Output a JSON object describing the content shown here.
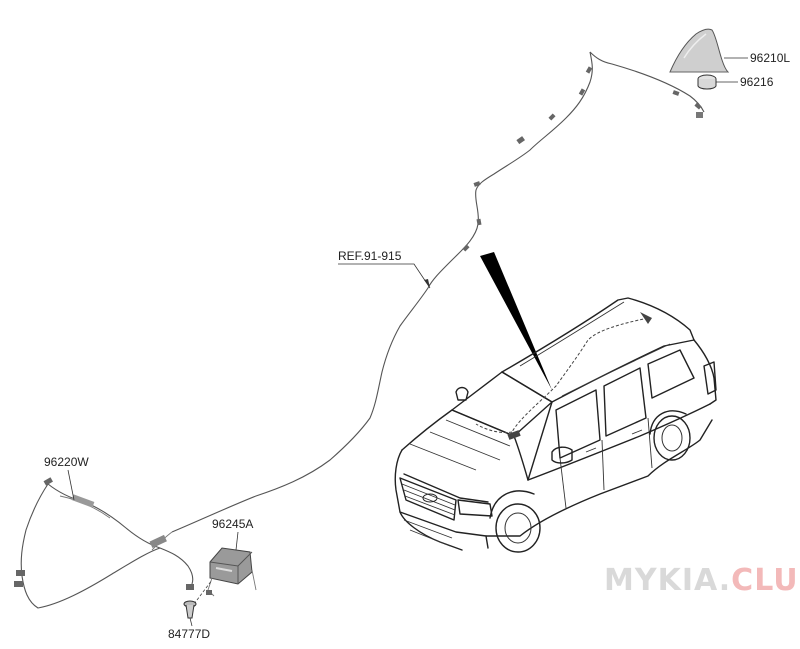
{
  "parts": {
    "antenna": "96210L",
    "gasket": "96216",
    "ref": "REF.91-915",
    "feeder_cable": "96220W",
    "module": "96245A",
    "screw": "84777D"
  },
  "watermark": {
    "part1": "MYKIA.",
    "part2": "CLUB",
    "color1": "#d9d9d9",
    "color2": "#f3b9b9"
  }
}
